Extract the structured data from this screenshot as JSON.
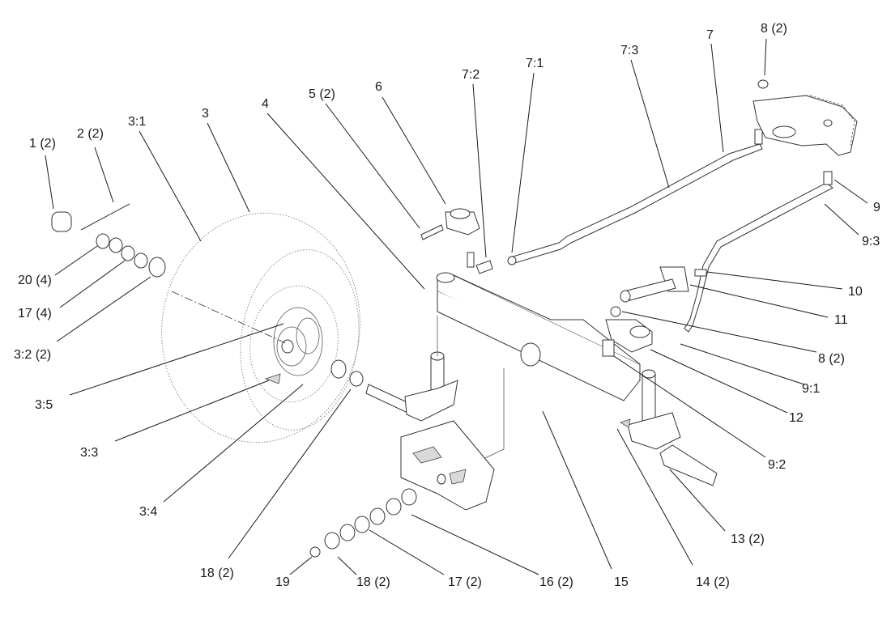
{
  "diagram": {
    "callouts": [
      {
        "id": "c1",
        "text": "1 (2)"
      },
      {
        "id": "c2",
        "text": "2 (2)"
      },
      {
        "id": "c3_1",
        "text": "3:1"
      },
      {
        "id": "c3",
        "text": "3"
      },
      {
        "id": "c4",
        "text": "4"
      },
      {
        "id": "c5",
        "text": "5 (2)"
      },
      {
        "id": "c6",
        "text": "6"
      },
      {
        "id": "c7_2",
        "text": "7:2"
      },
      {
        "id": "c7_1",
        "text": "7:1"
      },
      {
        "id": "c7_3",
        "text": "7:3"
      },
      {
        "id": "c7",
        "text": "7"
      },
      {
        "id": "c8top",
        "text": "8 (2)"
      },
      {
        "id": "c9",
        "text": "9"
      },
      {
        "id": "c9_3",
        "text": "9:3"
      },
      {
        "id": "c10",
        "text": "10"
      },
      {
        "id": "c11",
        "text": "11"
      },
      {
        "id": "c8mid",
        "text": "8 (2)"
      },
      {
        "id": "c9_1",
        "text": "9:1"
      },
      {
        "id": "c12",
        "text": "12"
      },
      {
        "id": "c9_2",
        "text": "9:2"
      },
      {
        "id": "c13",
        "text": "13 (2)"
      },
      {
        "id": "c14",
        "text": "14 (2)"
      },
      {
        "id": "c15",
        "text": "15"
      },
      {
        "id": "c16",
        "text": "16 (2)"
      },
      {
        "id": "c17b",
        "text": "17 (2)"
      },
      {
        "id": "c18b",
        "text": "18 (2)"
      },
      {
        "id": "c19",
        "text": "19"
      },
      {
        "id": "c18a",
        "text": "18 (2)"
      },
      {
        "id": "c3_4",
        "text": "3:4"
      },
      {
        "id": "c3_3",
        "text": "3:3"
      },
      {
        "id": "c3_5",
        "text": "3:5"
      },
      {
        "id": "c3_2",
        "text": "3:2 (2)"
      },
      {
        "id": "c17a",
        "text": "17 (4)"
      },
      {
        "id": "c20",
        "text": "20 (4)"
      }
    ]
  }
}
